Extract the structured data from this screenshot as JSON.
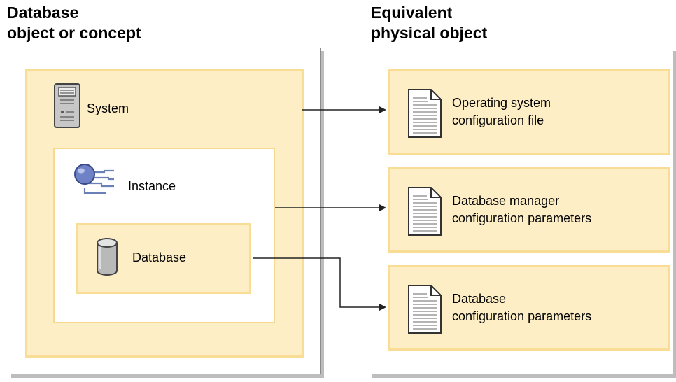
{
  "headings": {
    "left": "Database\nobject or concept",
    "right": "Equivalent\nphysical object"
  },
  "concepts": {
    "system": "System",
    "instance": "Instance",
    "database": "Database"
  },
  "physical": {
    "os_config": "Operating system\nconfiguration file",
    "dbm_config": "Database manager\nconfiguration parameters",
    "db_config": "Database\nconfiguration parameters"
  },
  "icons": {
    "system": "server-icon",
    "instance": "instance-icon",
    "database": "database-cylinder-icon",
    "document": "document-icon"
  },
  "colors": {
    "panel_fill": "#fdeec6",
    "panel_edge": "#f9dd95",
    "outer_border": "#8c8c8c",
    "shadow": "#bdbdbd",
    "instance_blue": "#6f82c6"
  }
}
